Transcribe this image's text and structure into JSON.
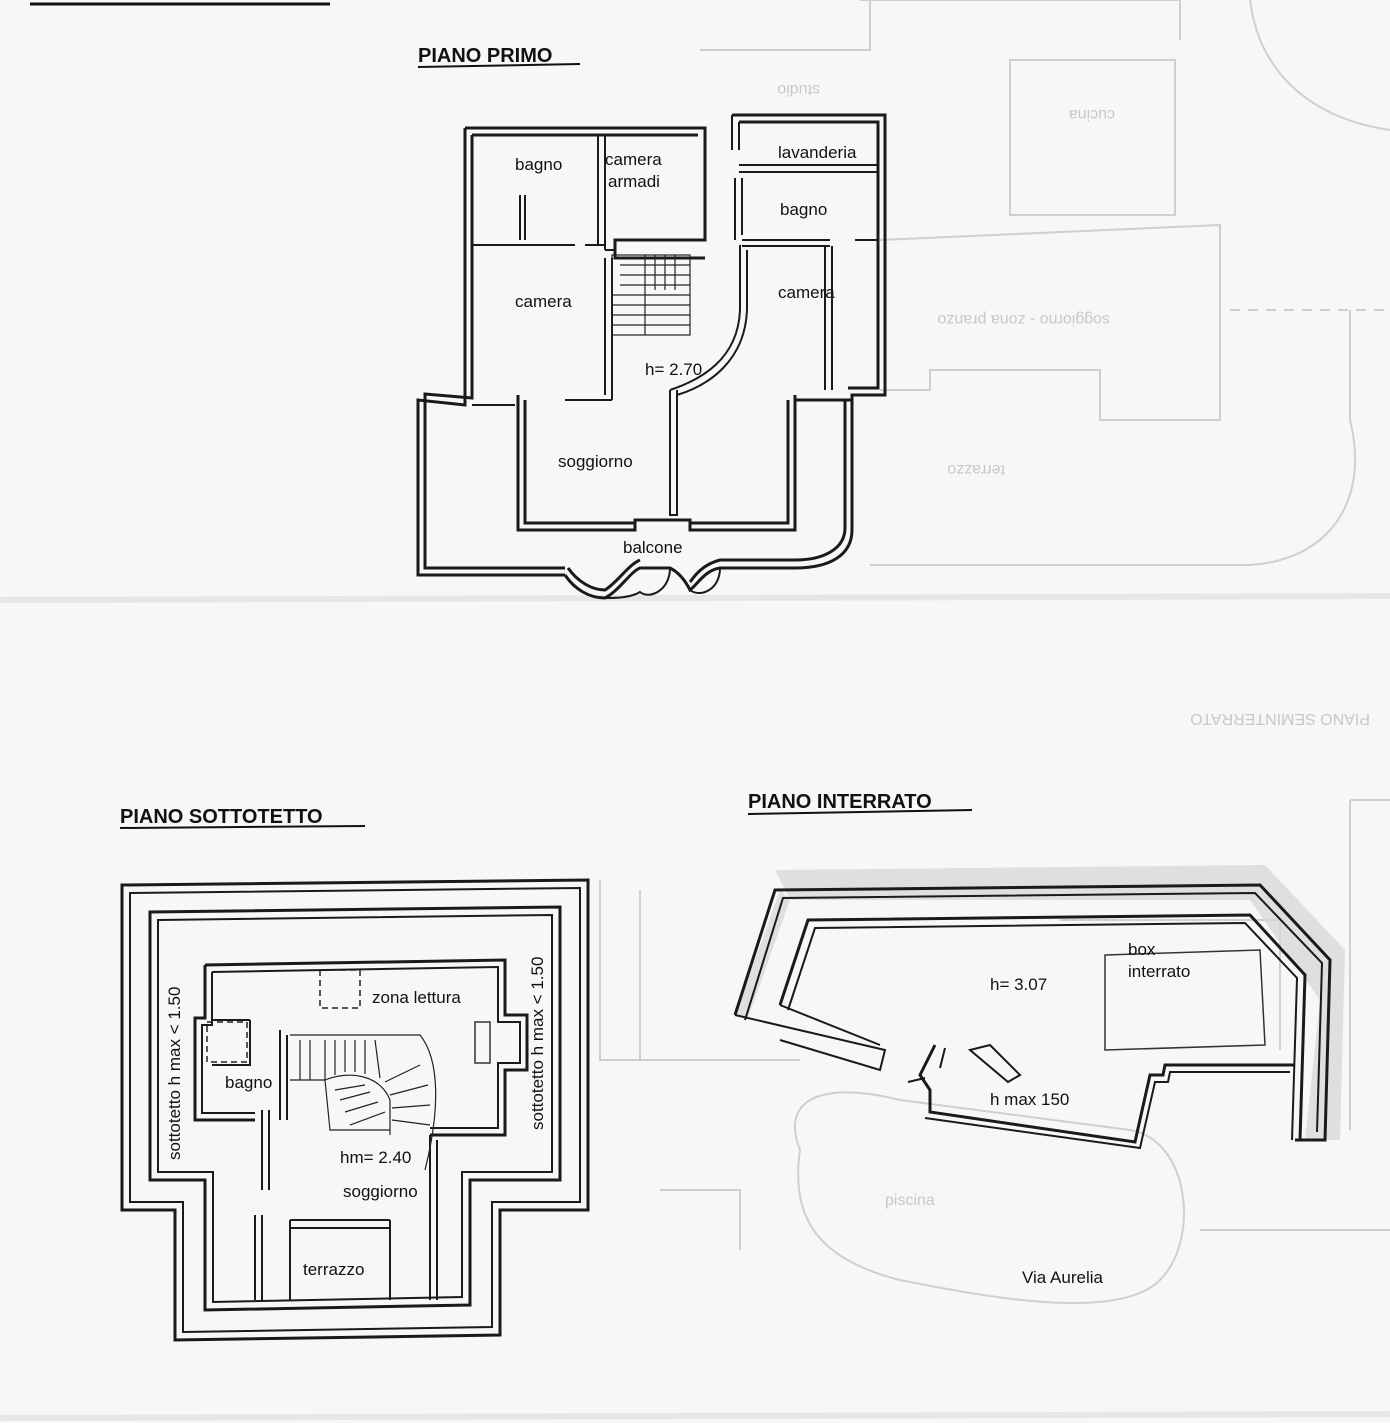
{
  "floors": {
    "primo": {
      "title": "PIANO PRIMO",
      "rooms": {
        "bagno_left": "bagno",
        "camera_armadi_line1": "camera",
        "camera_armadi_line2": "armadi",
        "lavanderia": "lavanderia",
        "bagno_right": "bagno",
        "camera_left": "camera",
        "camera_right": "camera",
        "height": "h= 2.70",
        "soggiorno": "soggiorno",
        "balcone": "balcone"
      }
    },
    "sottotetto": {
      "title": "PIANO SOTTOTETTO",
      "rooms": {
        "zona_lettura": "zona lettura",
        "bagno": "bagno",
        "height": "hm= 2.40",
        "soggiorno": "soggiorno",
        "terrazzo": "terrazzo",
        "side_left": "sottotetto h max < 1.50",
        "side_right": "sottotetto h max < 1.50"
      }
    },
    "interrato": {
      "title": "PIANO INTERRATO",
      "rooms": {
        "box_line1": "box",
        "box_line2": "interrato",
        "height": "h= 3.07",
        "hmax": "h max 150",
        "street": "Via Aurelia"
      }
    }
  },
  "ghost_labels": {
    "seminterrato": "PIANO SEMINTERRATO",
    "studio": "studio",
    "cucina": "cucina",
    "soggiorno_zona_pranzo": "soggiorno - zona pranzo",
    "terrazzo": "terrazzo",
    "piscina": "piscina"
  }
}
